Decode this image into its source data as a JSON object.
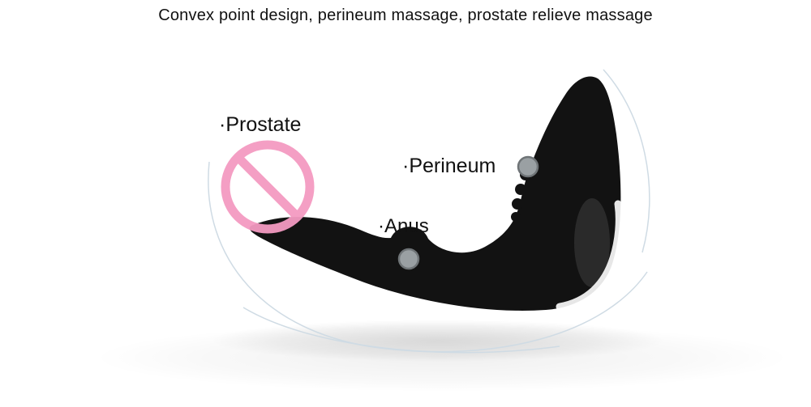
{
  "page": {
    "title": "Convex point design, perineum massage, prostate relieve massage"
  },
  "labels": {
    "prostate": "·Prostate",
    "perineum": "·Perineum",
    "anus": "·Anus"
  },
  "colors": {
    "prohibition_pink": "#f49ac1",
    "device_black": "#121212",
    "dot_gray": "#9aa0a3",
    "dot_ring": "#6f7477",
    "swoosh": "#cfdbe4",
    "highlight": "#ffffff",
    "background": "#ffffff",
    "text": "#111111"
  }
}
